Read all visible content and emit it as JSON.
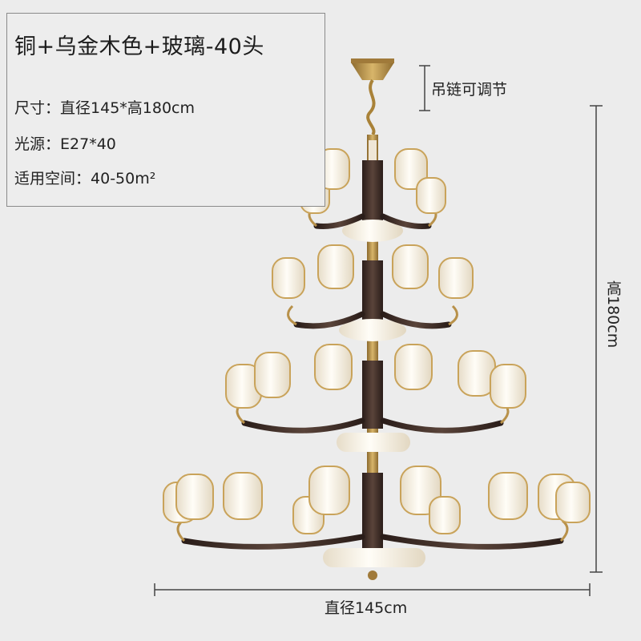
{
  "product": {
    "title": "铜+乌金木色+玻璃-40头",
    "specs": [
      {
        "label": "尺寸：",
        "value": "直径145*高180cm"
      },
      {
        "label": "光源：",
        "value": "E27*40"
      },
      {
        "label": "适用空间：",
        "value": "40-50m²"
      }
    ]
  },
  "dimensions": {
    "chain_label": "吊链可调节",
    "height_label": "高180cm",
    "diameter_label": "直径145cm"
  },
  "colors": {
    "background": "#ececec",
    "brass": "#b8914a",
    "dark_wood": "#3a2a24",
    "glass": "#f3ede0",
    "line": "#444444"
  },
  "icons": [
    "chandelier-image"
  ]
}
